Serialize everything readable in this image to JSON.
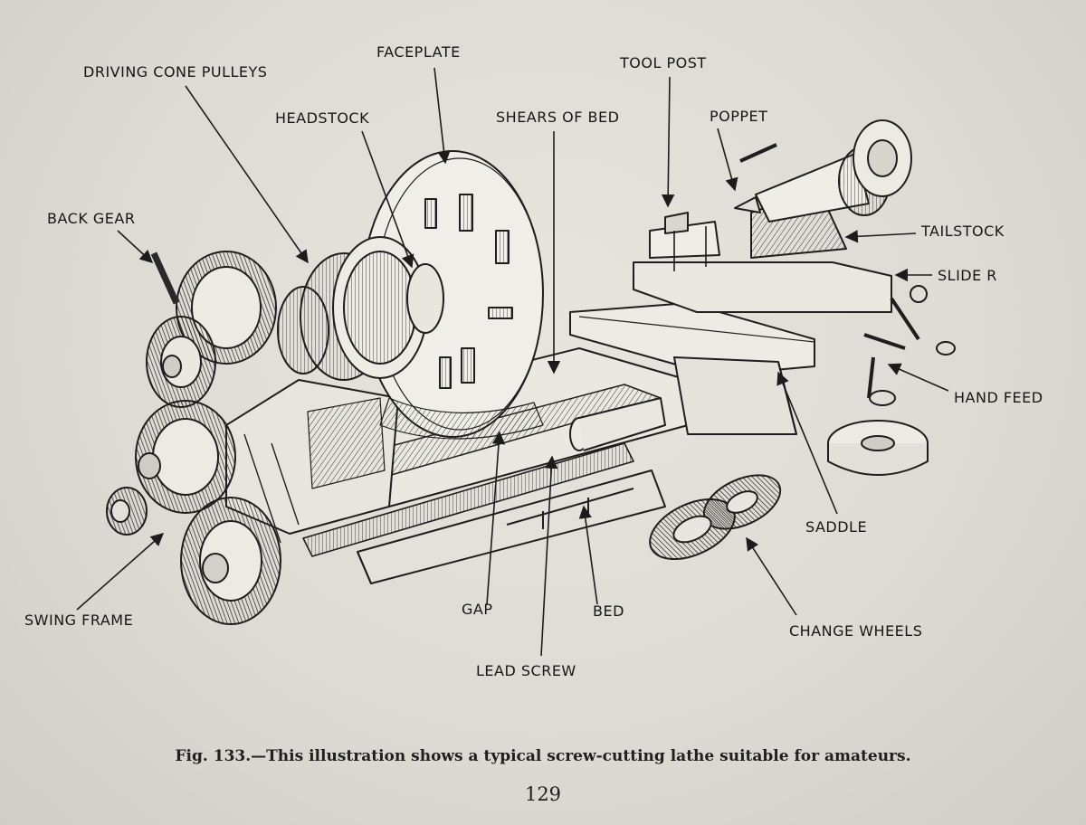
{
  "labels": {
    "driving_cone_pulleys": "DRIVING CONE PULLEYS",
    "faceplate": "FACEPLATE",
    "tool_post": "TOOL POST",
    "headstock": "HEADSTOCK",
    "shears_of_bed": "SHEARS OF BED",
    "poppet": "POPPET",
    "back_gear": "BACK GEAR",
    "tailstock": "TAILSTOCK",
    "slide_rest": "SLIDE R",
    "hand_feed": "HAND FEED",
    "saddle": "SADDLE",
    "swing_frame": "SWING FRAME",
    "gap": "GAP",
    "bed": "BED",
    "lead_screw": "LEAD SCREW",
    "change_wheels": "CHANGE WHEELS"
  },
  "caption": "Fig. 133.—This illustration shows a typical screw-cutting lathe suitable for amateurs.",
  "page_number": "129"
}
